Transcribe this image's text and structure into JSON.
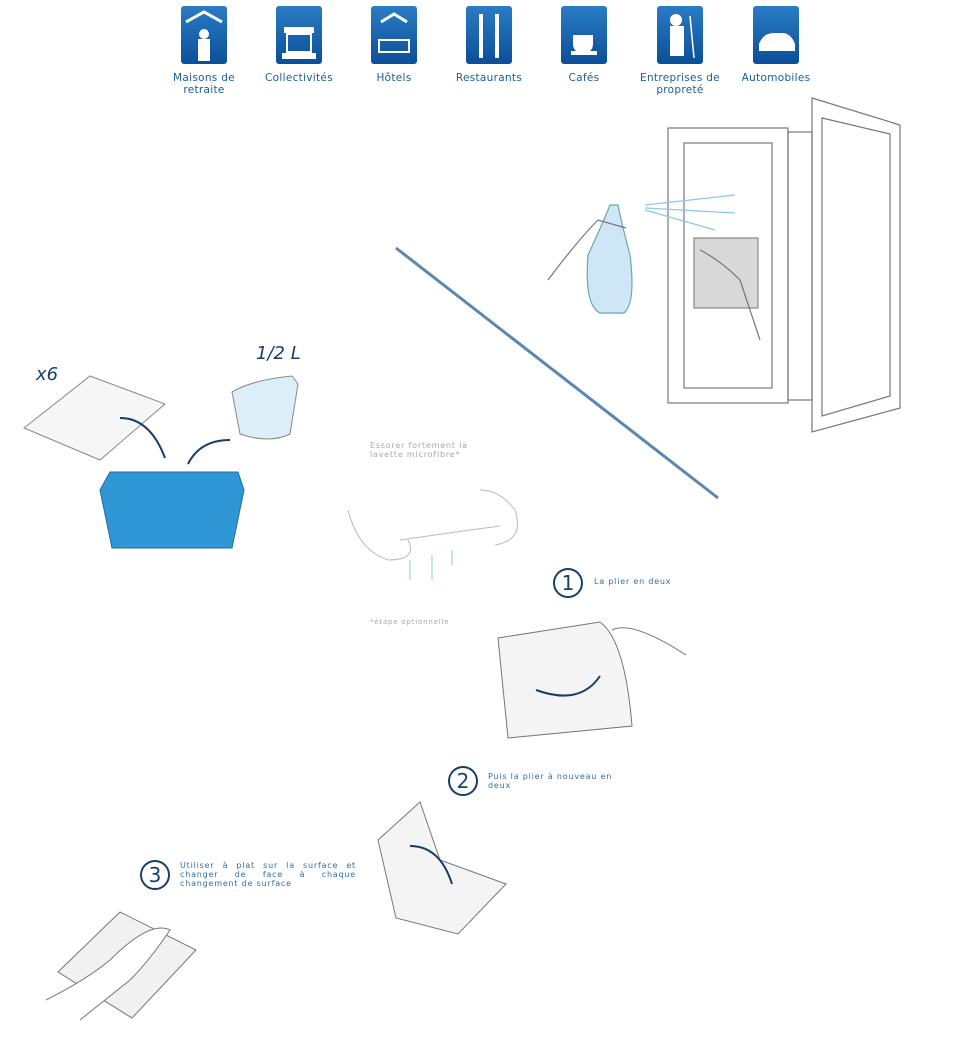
{
  "sectors": [
    {
      "label": "Maisons de retraite",
      "icon": "elderly-person-icon"
    },
    {
      "label": "Collectivités",
      "icon": "public-building-icon"
    },
    {
      "label": "Hôtels",
      "icon": "hotel-bed-icon"
    },
    {
      "label": "Restaurants",
      "icon": "fork-knife-icon"
    },
    {
      "label": "Cafés",
      "icon": "coffee-cup-icon"
    },
    {
      "label": "Entreprises de propreté",
      "icon": "cleaner-icon"
    },
    {
      "label": "Automobiles",
      "icon": "car-icon"
    }
  ],
  "prep": {
    "cloths": "x6",
    "water": "1/2 L"
  },
  "wring": {
    "text": "Essorer fortement la lavette microfibre*",
    "note": "*étape optionnelle"
  },
  "steps": [
    {
      "num": "1",
      "text": "La plier en deux"
    },
    {
      "num": "2",
      "text": "Puis la plier à nouveau en deux"
    },
    {
      "num": "3",
      "text": "Utiliser à plat sur la surface et changer de face à chaque changement de surface"
    }
  ],
  "colors": {
    "accent": "#0b4f98",
    "tub": "#2f97d6",
    "line": "#5b88b0"
  }
}
